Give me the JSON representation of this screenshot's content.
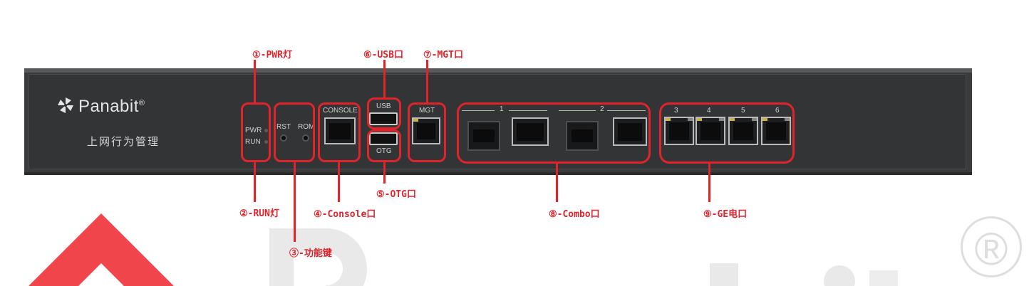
{
  "brand": {
    "name": "Panabit",
    "registered_mark": "®",
    "subtitle": "上网行为管理"
  },
  "panel_labels": {
    "pwr": "PWR",
    "run": "RUN",
    "rst": "RST",
    "rom": "ROM",
    "console": "CONSOLE",
    "usb": "USB",
    "otg": "OTG",
    "mgt": "MGT",
    "combo_1": "1",
    "combo_2": "2",
    "ge_3": "3",
    "ge_4": "4",
    "ge_5": "5",
    "ge_6": "6"
  },
  "annotations": {
    "pwr_led": "①-PWR灯",
    "run_led": "②-RUN灯",
    "function_keys": "③-功能键",
    "console_port": "④-Console口",
    "otg_port": "⑤-OTG口",
    "usb_port": "⑥-USB口",
    "mgt_port": "⑦-MGT口",
    "combo_port": "⑧-Combo口",
    "ge_port": "⑨-GE电口"
  },
  "watermark": {
    "mark": "®"
  },
  "colors": {
    "annotation_red": "#e0242c",
    "chassis": "#333436",
    "watermark": "#dedede"
  }
}
